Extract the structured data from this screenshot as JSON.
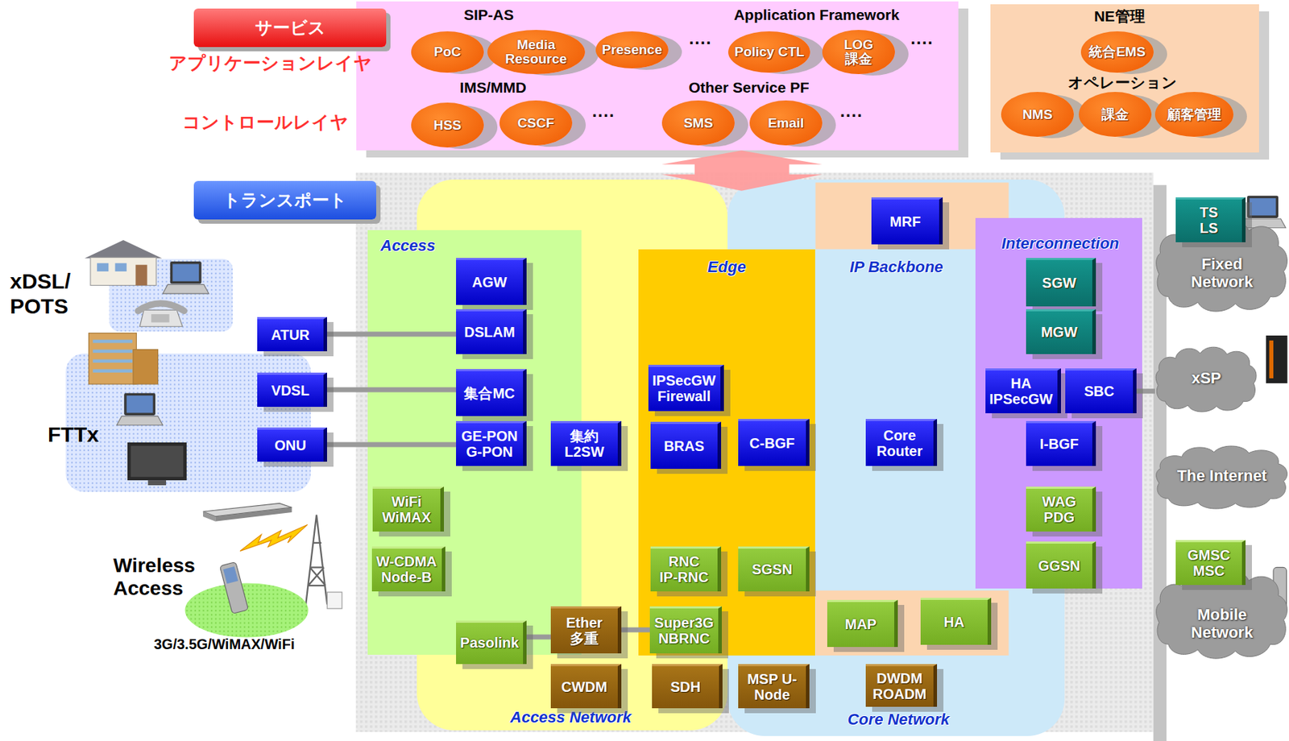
{
  "diagram": {
    "nodes": [
      {
        "text": [
          "サービス"
        ]
      },
      {
        "text": [
          "SIP-AS",
          "Application Framework",
          "IMS/MMD",
          "Other Service PF"
        ]
      },
      {
        "text": [
          "PoC"
        ],
        "in": 1
      },
      {
        "text": [
          "Media Resource"
        ],
        "in": 1
      },
      {
        "text": [
          "Presence"
        ],
        "in": 1
      },
      {
        "text": [
          "Policy CTL"
        ],
        "in": 1
      },
      {
        "text": [
          "LOG 課金"
        ],
        "in": 1
      },
      {
        "text": [
          "HSS"
        ],
        "in": 1
      },
      {
        "text": [
          "CSCF"
        ],
        "in": 1
      },
      {
        "text": [
          "SMS"
        ],
        "in": 1
      },
      {
        "text": [
          "Email"
        ],
        "in": 1
      },
      {
        "text": [
          "NE管理",
          "オペレーション"
        ]
      },
      {
        "text": [
          "統合EMS"
        ],
        "in": 11
      },
      {
        "text": [
          "NMS"
        ],
        "in": 11
      },
      {
        "text": [
          "課金"
        ],
        "in": 11
      },
      {
        "text": [
          "顧客管理"
        ],
        "in": 11
      },
      {
        "text": [
          "トランスポート"
        ]
      },
      {
        "text": [
          "Access Network"
        ]
      },
      {
        "text": [
          "Core Network"
        ]
      },
      {
        "text": [
          "Access"
        ]
      },
      {
        "text": [
          "Edge"
        ]
      },
      {
        "text": [
          "IP Backbone"
        ],
        "in": 18
      },
      {
        "text": [
          "Interconnection"
        ]
      },
      {
        "text": [
          "ATUR"
        ]
      },
      {
        "text": [
          "VDSL"
        ]
      },
      {
        "text": [
          "ONU"
        ]
      },
      {
        "text": [
          "AGW"
        ],
        "in": 19
      },
      {
        "text": [
          "DSLAM"
        ],
        "in": 19
      },
      {
        "text": [
          "集合MC"
        ],
        "in": 19
      },
      {
        "text": [
          "GE-PON G-PON"
        ],
        "in": 19
      },
      {
        "text": [
          "集約 L2SW"
        ],
        "in": 19
      },
      {
        "text": [
          "WiFi WiMAX"
        ],
        "in": 19
      },
      {
        "text": [
          "W-CDMA Node-B"
        ],
        "in": 19
      },
      {
        "text": [
          "Pasolink"
        ],
        "in": 19
      },
      {
        "text": [
          "Ether 多重"
        ],
        "in": 19
      },
      {
        "text": [
          "CWDM"
        ],
        "in": 17
      },
      {
        "text": [
          "SDH"
        ],
        "in": 17
      },
      {
        "text": [
          "IPSecGW Firewall"
        ],
        "in": 20
      },
      {
        "text": [
          "BRAS"
        ],
        "in": 20
      },
      {
        "text": [
          "C-BGF"
        ],
        "in": 20
      },
      {
        "text": [
          "RNC IP-RNC"
        ],
        "in": 20
      },
      {
        "text": [
          "SGSN"
        ],
        "in": 20
      },
      {
        "text": [
          "Super3G NBRNC"
        ],
        "in": 20
      },
      {
        "text": [
          "MRF"
        ],
        "in": 18
      },
      {
        "text": [
          "Core Router"
        ],
        "in": 21
      },
      {
        "text": [
          "MAP"
        ],
        "in": 18
      },
      {
        "text": [
          "HA"
        ],
        "in": 18
      },
      {
        "text": [
          "MSP U-Node"
        ],
        "in": 18
      },
      {
        "text": [
          "DWDM ROADM"
        ],
        "in": 18
      },
      {
        "text": [
          "SGW"
        ],
        "in": 22
      },
      {
        "text": [
          "MGW"
        ],
        "in": 22
      },
      {
        "text": [
          "HA IPSecGW"
        ],
        "in": 22
      },
      {
        "text": [
          "SBC"
        ],
        "in": 22
      },
      {
        "text": [
          "I-BGF"
        ],
        "in": 22
      },
      {
        "text": [
          "WAG PDG"
        ],
        "in": 22
      },
      {
        "text": [
          "GGSN"
        ],
        "in": 22
      },
      {
        "text": [
          "Fixed Network"
        ]
      },
      {
        "text": [
          "TS LS"
        ]
      },
      {
        "text": [
          "xSP"
        ]
      },
      {
        "text": [
          "The Internet"
        ]
      },
      {
        "text": [
          "Mobile Network"
        ]
      },
      {
        "text": [
          "GMSC MSC"
        ]
      }
    ],
    "edges": [
      {
        "from": 23,
        "to": 27,
        "arrow": "none"
      },
      {
        "from": 24,
        "to": 28,
        "arrow": "none"
      },
      {
        "from": 25,
        "to": 29,
        "arrow": "none"
      },
      {
        "from": 33,
        "to": 34,
        "arrow": "none"
      },
      {
        "from": 34,
        "to": 42,
        "arrow": "none"
      },
      {
        "from": 52,
        "to": 58,
        "arrow": "none"
      }
    ],
    "labels": [
      "アプリケーションレイヤ",
      "コントロールレイヤ",
      "····",
      "····",
      "····",
      "····",
      "xDSL/ POTS",
      "FTTx",
      "Wireless Access",
      "3G/3.5G/WiMAX/WiFi"
    ]
  }
}
